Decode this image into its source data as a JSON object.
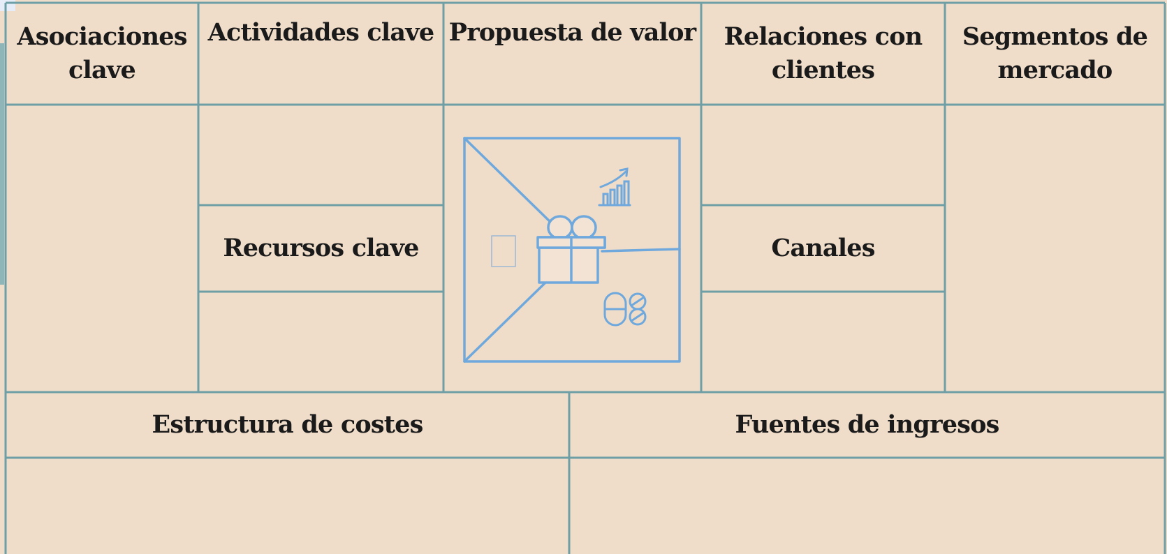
{
  "canvas": {
    "headers": {
      "key_partners": "Asociaciones clave",
      "key_activities": "Actividades clave",
      "value_proposition": "Propuesta de valor",
      "customer_relationships": "Relaciones con clientes",
      "customer_segments": "Segmentos de mercado",
      "key_resources": "Recursos clave",
      "channels": "Canales",
      "cost_structure": "Estructura de costes",
      "revenue_streams": "Fuentes de ingresos"
    },
    "icons": [
      "gift-icon",
      "growth-chart-icon",
      "pills-icon",
      "placeholder-box-icon"
    ]
  },
  "colors": {
    "background": "#f0ddc9",
    "grid_line": "#6f9fa6",
    "illustration": "#6fa8dc"
  }
}
